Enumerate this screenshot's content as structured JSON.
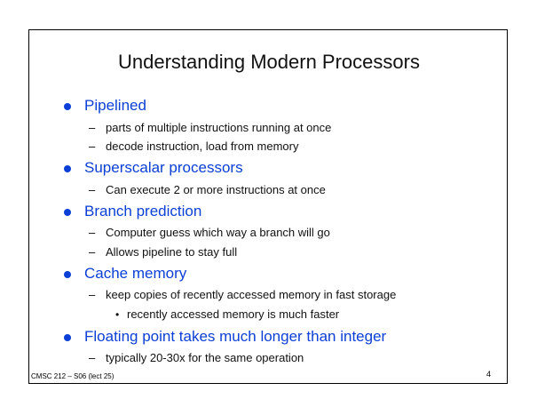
{
  "slide": {
    "title": "Understanding Modern Processors",
    "bullets": [
      {
        "label": "Pipelined",
        "sub": [
          "parts of multiple instructions running at once",
          "decode instruction, load from memory"
        ]
      },
      {
        "label": "Superscalar processors",
        "sub": [
          "Can execute 2 or more instructions at once"
        ]
      },
      {
        "label": "Branch prediction",
        "sub": [
          "Computer guess which way a branch will go",
          "Allows pipeline to stay full"
        ]
      },
      {
        "label": "Cache memory",
        "sub": [
          "keep copies of recently accessed memory in fast storage"
        ],
        "subsub": [
          "recently accessed memory is much faster"
        ]
      },
      {
        "label": "Floating point takes much longer than integer",
        "sub": [
          "typically 20-30x for the same operation"
        ]
      }
    ],
    "dash_symbol": "–",
    "small_bullet_symbol": "•",
    "footer": "CMSC 212 – S06 (lect 25)",
    "page_number": "4"
  },
  "colors": {
    "bullet_text": "#0b3fd6",
    "body_text": "#111111",
    "frame_border": "#000000"
  }
}
